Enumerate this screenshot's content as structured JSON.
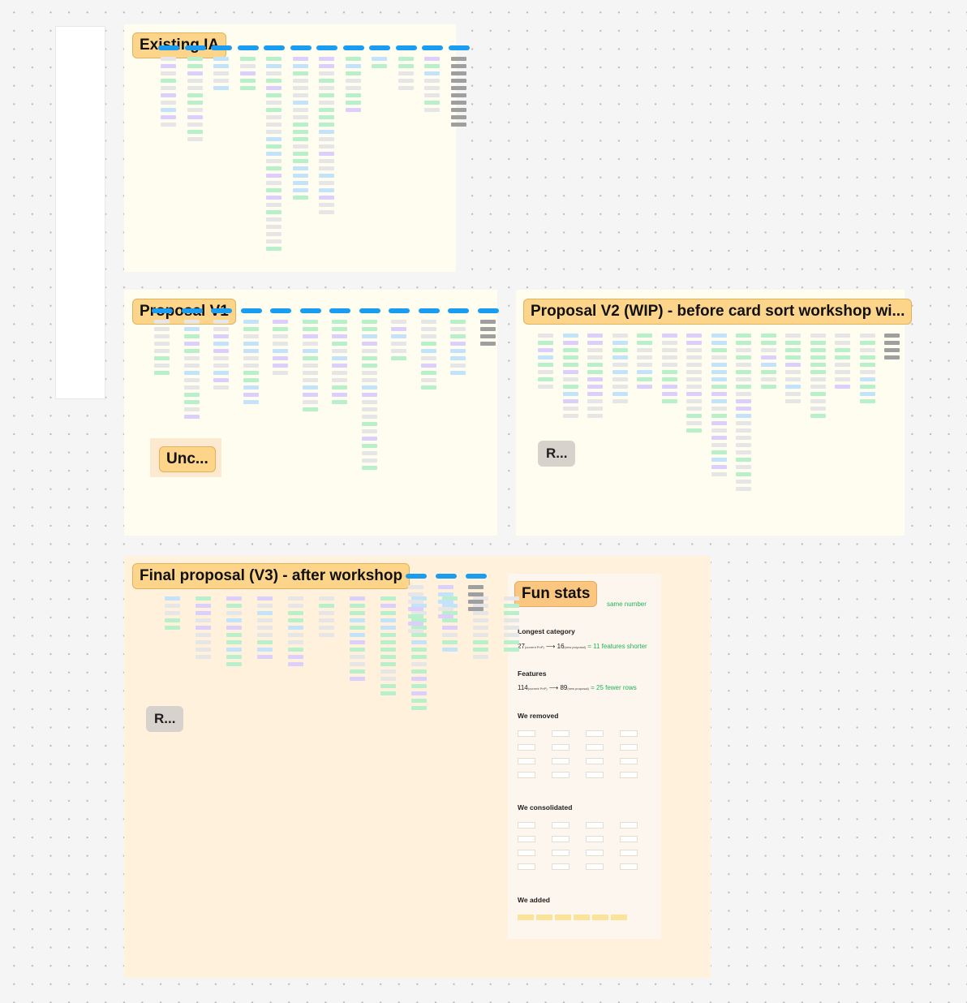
{
  "sections": {
    "existing_ia": {
      "title": "Existing IA"
    },
    "proposal_v1": {
      "title": "Proposal V1",
      "sub_title": "Unc..."
    },
    "proposal_v2": {
      "title": "Proposal V2 (WIP) - before card sort workshop wi...",
      "sub_title": "R..."
    },
    "final": {
      "title": "Final proposal (V3) - after workshop",
      "sub_title": "R..."
    }
  },
  "fun_stats": {
    "title": "Fun stats",
    "first_line_tail": "same number",
    "longest_category": {
      "heading": "Longest category",
      "from": "27",
      "from_note": "(current PnP)",
      "to": "16",
      "to_note": "(new proposal)",
      "result": "= 11 features shorter"
    },
    "features": {
      "heading": "Features",
      "from": "114",
      "from_note": "(current PnP)",
      "to": "89",
      "to_note": "(new proposal)",
      "result": "= 25 fewer rows"
    },
    "removed_heading": "We removed",
    "consolidated_heading": "We consolidated",
    "added_heading": "We added"
  },
  "colors": {
    "pill": "#1a9cf0",
    "green_card": "#b8f0cc",
    "gray_card": "#e6e6e6",
    "purple_card": "#dccffc",
    "blue_card": "#c3e3fb",
    "dark_card": "#9f9f9f",
    "label": "#fcd58b",
    "accent_green": "#22b35a"
  }
}
